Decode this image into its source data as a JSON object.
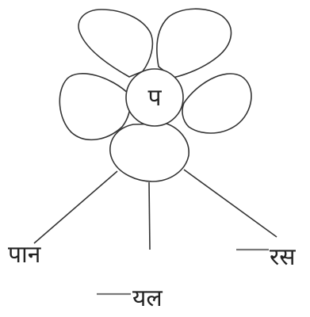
{
  "flower": {
    "center_letter": "प"
  },
  "words": [
    {
      "text": "पान",
      "blank_before": false
    },
    {
      "text": "यल",
      "blank_before": true
    },
    {
      "text": "रस",
      "blank_before": true
    }
  ],
  "colors": {
    "outline": "#333333",
    "blank": "#7a7a7a",
    "text": "#222222",
    "background": "#ffffff"
  }
}
